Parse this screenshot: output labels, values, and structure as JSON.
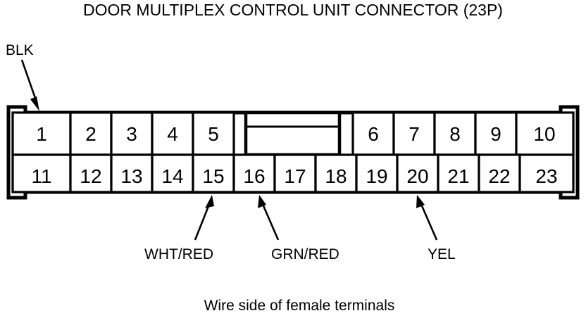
{
  "diagram": {
    "title": "DOOR MULTIPLEX CONTROL UNIT CONNECTOR (23P)",
    "caption": "Wire side of female terminals",
    "connector_type": "23P",
    "view": "Wire side of female terminals",
    "colors": {
      "background": "#ffffff",
      "line": "#000000",
      "text": "#000000"
    }
  },
  "connector": {
    "top_row_left": [
      {
        "pin": "1"
      },
      {
        "pin": "2"
      },
      {
        "pin": "3"
      },
      {
        "pin": "4"
      },
      {
        "pin": "5"
      }
    ],
    "top_row_right": [
      {
        "pin": "6"
      },
      {
        "pin": "7"
      },
      {
        "pin": "8"
      },
      {
        "pin": "9"
      },
      {
        "pin": "10"
      }
    ],
    "bottom_row": [
      {
        "pin": "11"
      },
      {
        "pin": "12"
      },
      {
        "pin": "13"
      },
      {
        "pin": "14"
      },
      {
        "pin": "15"
      },
      {
        "pin": "16"
      },
      {
        "pin": "17"
      },
      {
        "pin": "18"
      },
      {
        "pin": "19"
      },
      {
        "pin": "20"
      },
      {
        "pin": "21"
      },
      {
        "pin": "22"
      },
      {
        "pin": "23"
      }
    ]
  },
  "wire_labels": [
    {
      "id": "blk",
      "text": "BLK",
      "points_to_pin": "1",
      "position": "top-left"
    },
    {
      "id": "wht-red",
      "text": "WHT/RED",
      "points_to_pin": "15",
      "position": "bottom"
    },
    {
      "id": "grn-red",
      "text": "GRN/RED",
      "points_to_pin": "16",
      "position": "bottom"
    },
    {
      "id": "yel",
      "text": "YEL",
      "points_to_pin": "20",
      "position": "bottom"
    }
  ]
}
